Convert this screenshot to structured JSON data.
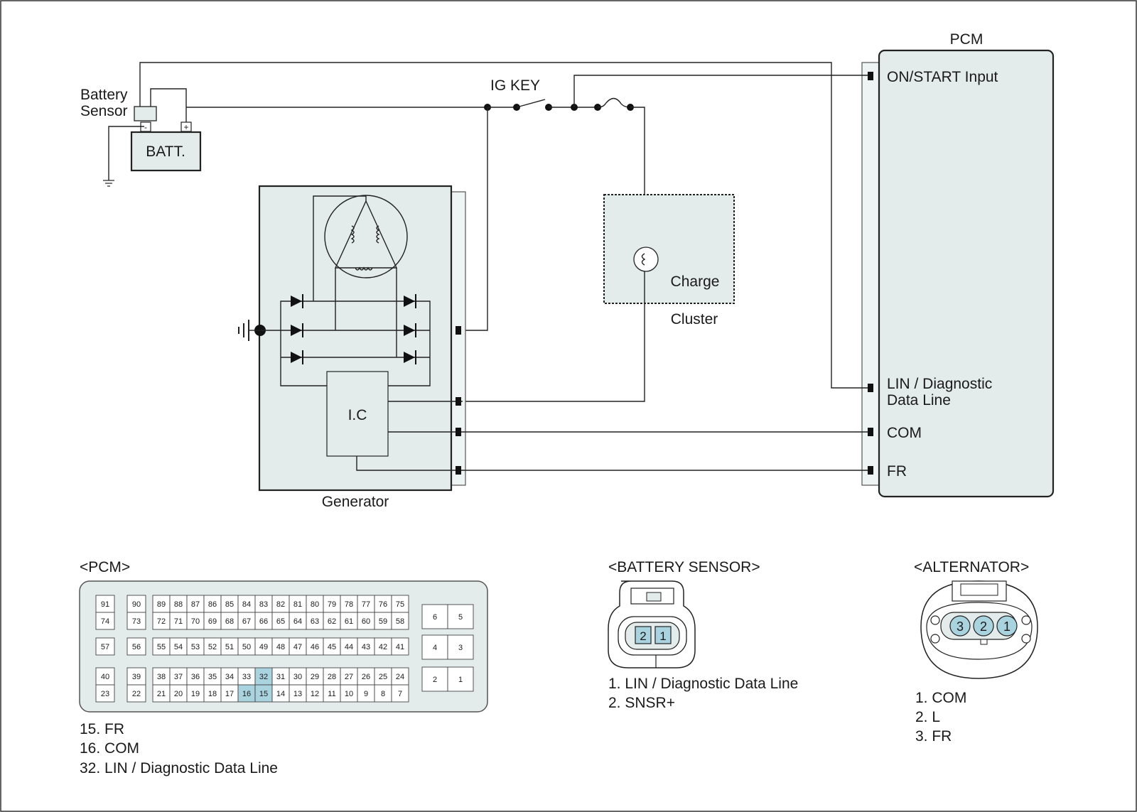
{
  "pcm": {
    "title": "PCM",
    "inputs": [
      "ON/START Input",
      "LIN / Diagnostic",
      "Data Line",
      "COM",
      "FR"
    ]
  },
  "battery": {
    "sensor_label_1": "Battery",
    "sensor_label_2": "Sensor",
    "label": "BATT.",
    "minus": "-",
    "plus": "+"
  },
  "ig_key": {
    "label": "IG KEY"
  },
  "cluster": {
    "charge": "Charge",
    "label": "Cluster"
  },
  "generator": {
    "label": "Generator",
    "ic": "I.C"
  },
  "pcm_connector": {
    "title": "<PCM>",
    "highlight_color": "#a9d3df",
    "highlighted_pins": [
      "32",
      "16",
      "15"
    ],
    "rows": [
      {
        "left": [
          "91",
          "90"
        ],
        "main": [
          "89",
          "88",
          "87",
          "86",
          "85",
          "84",
          "83",
          "82",
          "81",
          "80",
          "79",
          "78",
          "77",
          "76",
          "75"
        ],
        "right": []
      },
      {
        "left": [
          "74",
          "73"
        ],
        "main": [
          "72",
          "71",
          "70",
          "69",
          "68",
          "67",
          "66",
          "65",
          "64",
          "63",
          "62",
          "61",
          "60",
          "59",
          "58"
        ],
        "right": []
      },
      {
        "left": [
          "57",
          "56"
        ],
        "main": [
          "55",
          "54",
          "53",
          "52",
          "51",
          "50",
          "49",
          "48",
          "47",
          "46",
          "45",
          "44",
          "43",
          "42",
          "41"
        ],
        "right": []
      },
      {
        "left": [
          "40",
          "39"
        ],
        "main": [
          "38",
          "37",
          "36",
          "35",
          "34",
          "33",
          "32",
          "31",
          "30",
          "29",
          "28",
          "27",
          "26",
          "25",
          "24"
        ],
        "right": []
      },
      {
        "left": [
          "23",
          "22"
        ],
        "main": [
          "21",
          "20",
          "19",
          "18",
          "17",
          "16",
          "15",
          "14",
          "13",
          "12",
          "11",
          "10",
          "9",
          "8",
          "7"
        ],
        "right": []
      }
    ],
    "side_pins": [
      [
        "6",
        "5"
      ],
      [
        "4",
        "3"
      ],
      [
        "2",
        "1"
      ]
    ],
    "notes": [
      "15. FR",
      "16. COM",
      "32. LIN / Diagnostic Data Line"
    ]
  },
  "battery_sensor_connector": {
    "title": "<BATTERY SENSOR>",
    "pins": [
      "2",
      "1"
    ],
    "notes": [
      "1. LIN / Diagnostic Data Line",
      "2. SNSR+"
    ]
  },
  "alternator_connector": {
    "title": "<ALTERNATOR>",
    "pins": [
      "3",
      "2",
      "1"
    ],
    "notes": [
      "1. COM",
      "2. L",
      "3. FR"
    ]
  }
}
